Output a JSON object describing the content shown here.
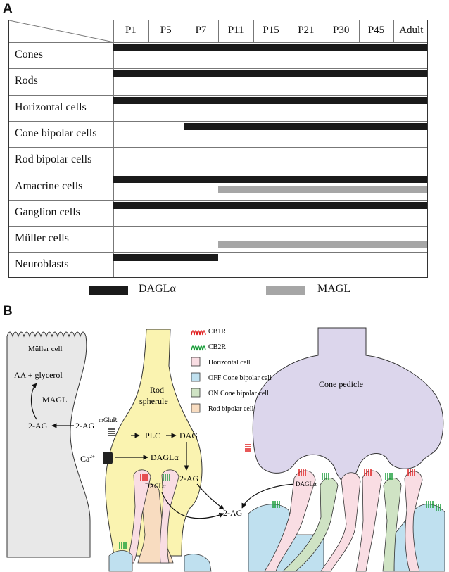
{
  "panel_a": {
    "letter": "A",
    "stages": [
      "P1",
      "P5",
      "P7",
      "P11",
      "P15",
      "P21",
      "P30",
      "P45",
      "Adult"
    ],
    "rows": [
      {
        "label": "Cones",
        "bars": [
          {
            "series": "DAGLα",
            "from": "P1",
            "to": "Adult"
          }
        ]
      },
      {
        "label": "Rods",
        "bars": [
          {
            "series": "DAGLα",
            "from": "P1",
            "to": "Adult"
          }
        ]
      },
      {
        "label": "Horizontal cells",
        "bars": [
          {
            "series": "DAGLα",
            "from": "P1",
            "to": "Adult"
          }
        ]
      },
      {
        "label": "Cone bipolar cells",
        "bars": [
          {
            "series": "DAGLα",
            "from": "P7",
            "to": "Adult"
          }
        ]
      },
      {
        "label": "Rod bipolar cells",
        "bars": []
      },
      {
        "label": "Amacrine cells",
        "bars": [
          {
            "series": "DAGLα",
            "from": "P1",
            "to": "Adult"
          },
          {
            "series": "MAGL",
            "from": "P11",
            "to": "Adult"
          }
        ]
      },
      {
        "label": "Ganglion cells",
        "bars": [
          {
            "series": "DAGLα",
            "from": "P1",
            "to": "Adult"
          }
        ]
      },
      {
        "label": "Müller cells",
        "bars": [
          {
            "series": "MAGL",
            "from": "P11",
            "to": "Adult"
          }
        ]
      },
      {
        "label": "Neuroblasts",
        "bars": [
          {
            "series": "DAGLα",
            "from": "P1",
            "to": "P7"
          }
        ]
      }
    ],
    "legend": [
      {
        "label": "DAGLα",
        "color": "#1a1a1a"
      },
      {
        "label": "MAGL",
        "color": "#a6a6a6"
      }
    ]
  },
  "panel_b": {
    "letter": "B",
    "muller_label": "Müller cell",
    "aa_glycerol": "AA + glycerol",
    "magl": "MAGL",
    "two_ag": "2-AG",
    "rod_spherule": [
      "Rod",
      "spherule"
    ],
    "mglur": "mGluR",
    "plc": "PLC",
    "dag": "DAG",
    "ca": "Ca",
    "ca_sup": "2+",
    "dagla": "DAGLα",
    "cone_pedicle": "Cone pedicle",
    "legend": [
      {
        "label": "CB1R",
        "color": "#e02020",
        "kind": "receptor"
      },
      {
        "label": "CB2R",
        "color": "#1a9e3a",
        "kind": "receptor"
      },
      {
        "label": "Horizontal cell",
        "color": "#f9dde3",
        "kind": "box"
      },
      {
        "label": "OFF Cone bipolar cell",
        "color": "#bfe0ef",
        "kind": "box"
      },
      {
        "label": "ON Cone bipolar cell",
        "color": "#cfe3c4",
        "kind": "box"
      },
      {
        "label": "Rod bipolar cell",
        "color": "#f8dcc0",
        "kind": "box"
      }
    ],
    "colors": {
      "muller": "#e8e8e8",
      "rod": "#faf3b0",
      "cone": "#dcd6ec",
      "horizontal": "#f9dde3",
      "off_bipolar": "#bfe0ef",
      "on_bipolar": "#cfe3c4",
      "rod_bipolar": "#f8dcc0"
    }
  }
}
